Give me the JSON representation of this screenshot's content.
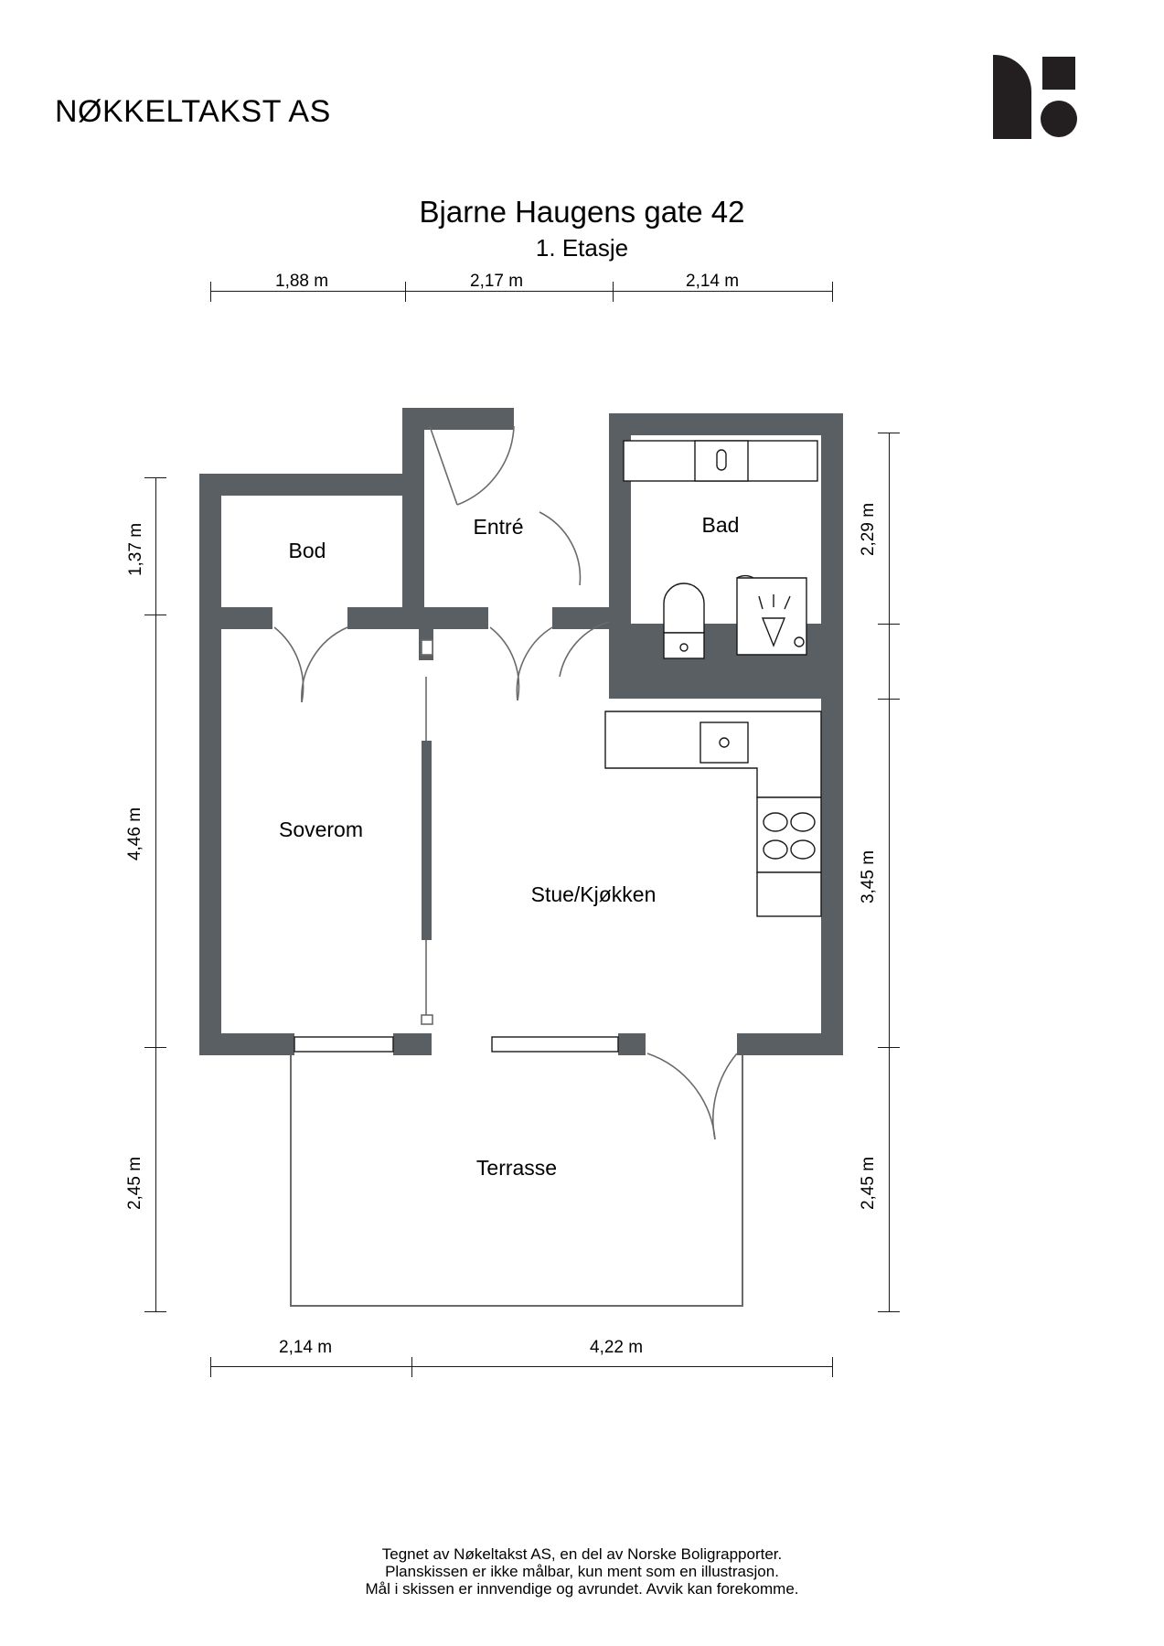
{
  "header": {
    "company_name": "NØKKELTAKST AS",
    "logo_name": "nokkeltakst-logo",
    "logo_color": "#231f20"
  },
  "title": {
    "address": "Bjarne Haugens gate 42",
    "floor": "1. Etasje"
  },
  "colors": {
    "wall": "#5a5f63",
    "line": "#1a1a1a",
    "background": "#ffffff",
    "fixture_stroke": "#1a1a1a"
  },
  "dimensions": {
    "top": [
      {
        "value": "1,88 m"
      },
      {
        "value": "2,17 m"
      },
      {
        "value": "2,14 m"
      }
    ],
    "left": [
      {
        "value": "1,37 m"
      },
      {
        "value": "4,46 m"
      },
      {
        "value": "2,45 m"
      }
    ],
    "right": [
      {
        "value": "2,29 m"
      },
      {
        "value": "3,45 m"
      },
      {
        "value": "2,45 m"
      }
    ],
    "bottom": [
      {
        "value": "2,14 m"
      },
      {
        "value": "4,22 m"
      }
    ]
  },
  "rooms": [
    {
      "id": "bod",
      "label": "Bod"
    },
    {
      "id": "entre",
      "label": "Entré"
    },
    {
      "id": "bad",
      "label": "Bad"
    },
    {
      "id": "soverom",
      "label": "Soverom"
    },
    {
      "id": "stue-kjokken",
      "label": "Stue/Kjøkken"
    },
    {
      "id": "terrasse",
      "label": "Terrasse"
    }
  ],
  "fixtures": [
    {
      "name": "bathroom-vanity-sink"
    },
    {
      "name": "toilet"
    },
    {
      "name": "shower-cabin"
    },
    {
      "name": "kitchen-counter-sink"
    },
    {
      "name": "cooktop-four-burner"
    }
  ],
  "footer": {
    "line1": "Tegnet av Nøkeltakst AS, en del av Norske Boligrapporter.",
    "line2": "Planskissen er ikke målbar, kun ment som en illustrasjon.",
    "line3": "Mål i skissen er innvendige og avrundet. Avvik kan forekomme."
  }
}
